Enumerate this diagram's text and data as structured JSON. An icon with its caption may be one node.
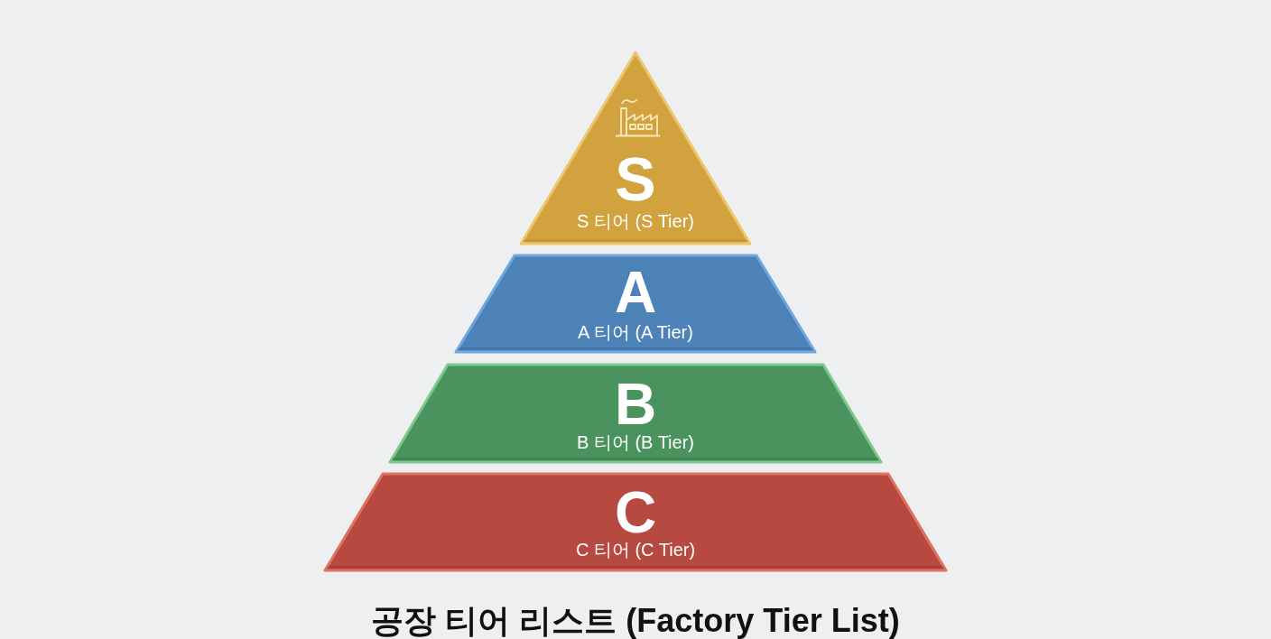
{
  "diagram": {
    "caption": "공장 티어 리스트 (Factory Tier List)",
    "nodes": [
      {
        "text": [
          "S",
          "S 티어 (S Tier)"
        ]
      },
      {
        "text": [
          "A",
          "A 티어 (A Tier)"
        ]
      },
      {
        "text": [
          "B",
          "B 티어 (B Tier)"
        ]
      },
      {
        "text": [
          "C",
          "C 티어 (C Tier)"
        ]
      }
    ]
  }
}
